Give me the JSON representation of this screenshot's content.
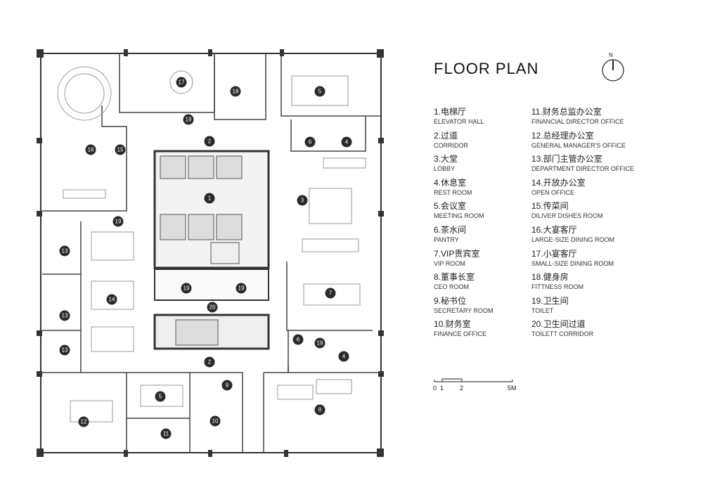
{
  "title": "FLOOR  PLAN",
  "north_label": "N",
  "legend": {
    "left": [
      {
        "zh": "1.电梯厅",
        "en": "ELEVATOR HALL"
      },
      {
        "zh": "2.过道",
        "en": "CORRIDOR"
      },
      {
        "zh": "3.大堂",
        "en": "LOBBY"
      },
      {
        "zh": "4.休息室",
        "en": "REST ROOM"
      },
      {
        "zh": "5.会议室",
        "en": "MEETING ROOM"
      },
      {
        "zh": "6.茶水间",
        "en": "PANTRY"
      },
      {
        "zh": "7.VIP贵宾室",
        "en": "VIP ROOM"
      },
      {
        "zh": "8.董事长室",
        "en": "CEO ROOM"
      },
      {
        "zh": "9.秘书位",
        "en": "SECRETARY ROOM"
      },
      {
        "zh": "10.财务室",
        "en": "FINANCE OFFICE"
      }
    ],
    "right": [
      {
        "zh": "11.财务总监办公室",
        "en": "FINANCIAL DIRECTOR OFFICE"
      },
      {
        "zh": "12.总经理办公室",
        "en": "GENERAL MANAGER'S OFFICE"
      },
      {
        "zh": "13.部门主管办公室",
        "en": "DEPARTMENT DIRECTOR OFFICE"
      },
      {
        "zh": "14.开放办公室",
        "en": "OPEN OFFICE"
      },
      {
        "zh": "15.传菜间",
        "en": "DILIVER DISHES ROOM"
      },
      {
        "zh": "16.大宴客厅",
        "en": "LARGE-SIZE DINING ROOM"
      },
      {
        "zh": "17.小宴客厅",
        "en": "SMALL-SIZE DINING ROOM"
      },
      {
        "zh": "18.健身房",
        "en": "FITTNESS ROOM"
      },
      {
        "zh": "19.卫生间",
        "en": "TOILET"
      },
      {
        "zh": "20.卫生间过道",
        "en": "TOILETT CORRIDOR"
      }
    ]
  },
  "scale_bar": {
    "ticks": [
      "0",
      "1",
      "2",
      "5M"
    ]
  },
  "room_markers": [
    "1",
    "2",
    "2",
    "3",
    "4",
    "4",
    "5",
    "5",
    "6",
    "6",
    "7",
    "8",
    "9",
    "10",
    "11",
    "12",
    "13",
    "13",
    "13",
    "14",
    "15",
    "16",
    "17",
    "18",
    "19",
    "19",
    "19",
    "19",
    "19",
    "20"
  ],
  "colors": {
    "wall": "#333333",
    "marker": "#2a2a2a",
    "furniture": "#999999"
  }
}
